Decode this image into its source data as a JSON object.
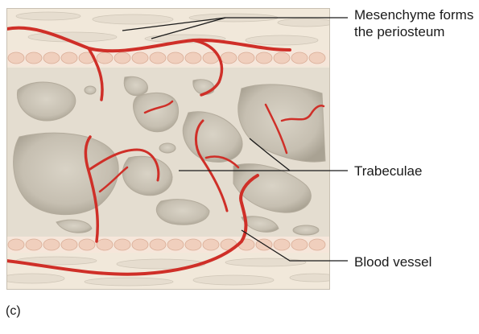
{
  "labels": {
    "mesenchyme": "Mesenchyme forms the periosteum",
    "trabeculae": "Trabeculae",
    "blood_vessel": "Blood vessel",
    "panel": "(c)"
  },
  "colors": {
    "bone": "#e4ddd0",
    "marrow_cavity": "#c9c2b4",
    "mesenchyme": "#f1e8da",
    "periosteum_cells": "#f2d7c6",
    "vessel": "#cf2f28",
    "leader_line": "#1a1a1a"
  }
}
